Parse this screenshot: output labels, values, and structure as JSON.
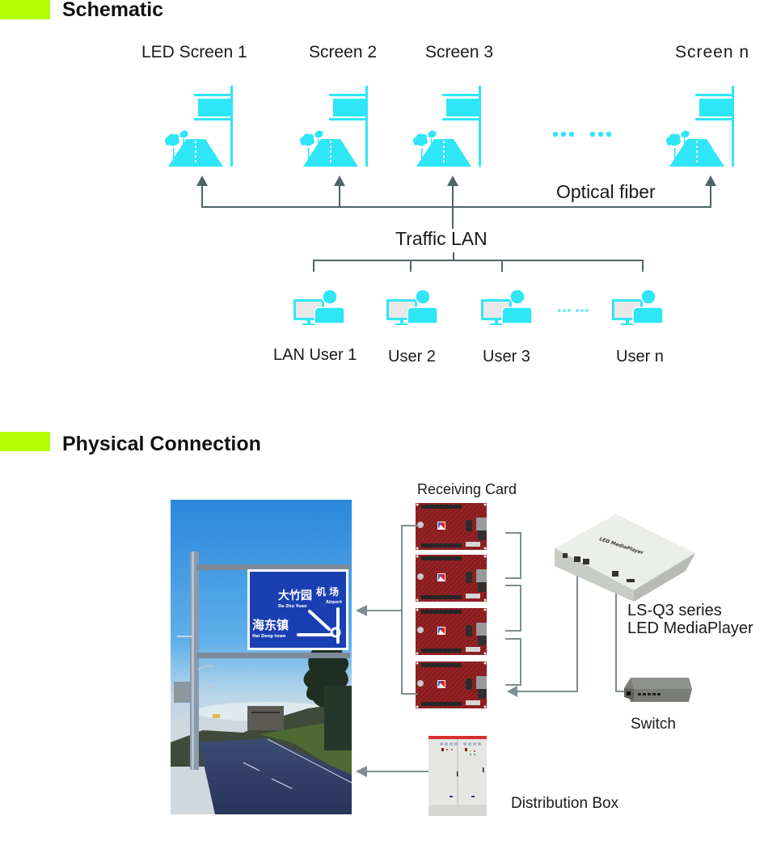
{
  "colors": {
    "accent_bar": "#b3ff00",
    "icon_cyan": "#2ee6f6",
    "line_dark": "#4f6466",
    "line_gray": "#7d8e90",
    "icon_monitor_gray": "#e5e5e5"
  },
  "schematic": {
    "title": "Schematic",
    "screens": [
      {
        "label": "LED Screen 1",
        "icon": "road-sign-icon"
      },
      {
        "label": "Screen 2",
        "icon": "road-sign-icon"
      },
      {
        "label": "Screen 3",
        "icon": "road-sign-icon"
      },
      {
        "label": "Screen n",
        "icon": "road-sign-icon"
      }
    ],
    "screens_ellipsis": "•••  •••",
    "optical_fiber_label": "Optical fiber",
    "traffic_lan_label": "Traffic LAN",
    "users": [
      {
        "label": "LAN User 1",
        "icon": "computer-user-icon"
      },
      {
        "label": "User 2",
        "icon": "computer-user-icon"
      },
      {
        "label": "User 3",
        "icon": "computer-user-icon"
      },
      {
        "label": "User n",
        "icon": "computer-user-icon"
      }
    ],
    "users_ellipsis": "··· ···"
  },
  "physical": {
    "title": "Physical Connection",
    "receiving_card_label": "Receiving Card",
    "receiving_card_count": 4,
    "mediaplayer_label_line1": "LS-Q3 series",
    "mediaplayer_label_line2": "LED MediaPlayer",
    "mediaplayer_device_text": "LED MediaPlayer",
    "switch_label": "Switch",
    "distribution_box_label": "Distribution Box",
    "sign": {
      "place1_cn": "大竹园",
      "place1_en": "Da Zhu Yuan",
      "place2_cn": "机 场",
      "place2_en": "Airport",
      "place3_cn": "海东镇",
      "place3_en": "Hai Dong town"
    }
  }
}
